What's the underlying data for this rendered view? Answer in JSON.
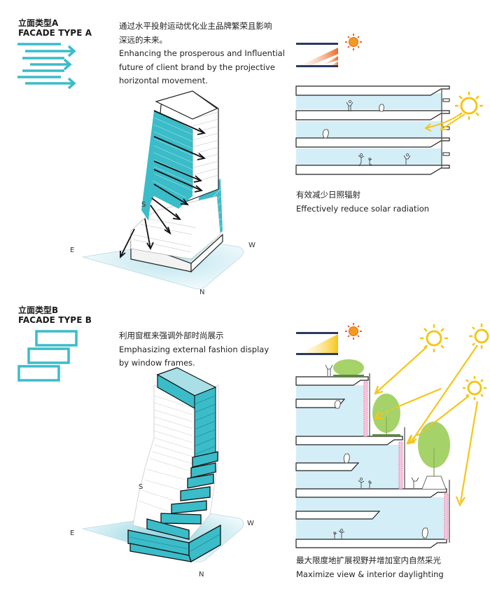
{
  "facade_a": {
    "title_cn": "立面类型A",
    "title_en": "FACADE TYPE A",
    "icon": "horizontal-arrows-icon",
    "description_cn_1": "通过水平投射运动优化业主品牌繁荣且影响",
    "description_cn_2": "深远的未来。",
    "description_en_1": "Enhancing the prosperous and Influential",
    "description_en_2": "future of client brand by the projective",
    "description_en_3": "horizontal movement.",
    "compass": {
      "s": "S",
      "e": "E",
      "w": "W",
      "n": "N"
    },
    "section_caption_cn": "有效减少日照辐射",
    "section_caption_en": "Effectively reduce solar radiation"
  },
  "facade_b": {
    "title_cn": "立面类型B",
    "title_en": "FACADE TYPE B",
    "icon": "stacked-frames-icon",
    "description_cn": "利用窗框来强调外部时尚展示",
    "description_en_1": "Emphasizing external fashion display",
    "description_en_2": "by window frames.",
    "compass": {
      "s": "S",
      "e": "E",
      "w": "W",
      "n": "N"
    },
    "section_caption_cn": "最大限度地扩展视野并增加室内自然采光",
    "section_caption_en": "Maximize view & interior daylighting"
  },
  "colors": {
    "teal": "#3bbcc9",
    "teal_dark": "#2aa3b0",
    "sky_blue": "#d4eef7",
    "sun_orange": "#f08a1e",
    "sun_yellow": "#f5c518",
    "navy": "#2b3a5c",
    "pink_frame": "#e86aa0",
    "tree_green": "#a6d26a"
  }
}
